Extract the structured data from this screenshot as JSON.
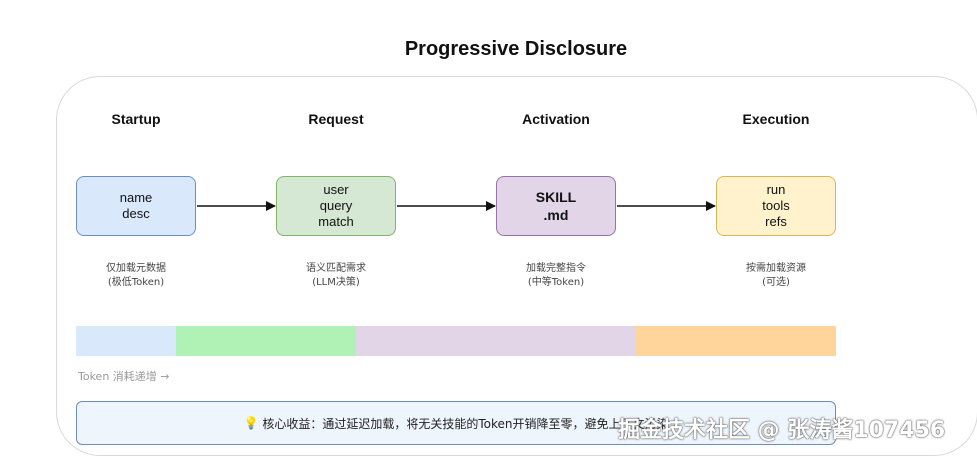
{
  "title": "Progressive Disclosure",
  "stages": [
    {
      "phase": "Startup",
      "lines": [
        "name",
        "desc"
      ],
      "note_lines": [
        "仅加载元数据",
        "(极低Token)"
      ]
    },
    {
      "phase": "Request",
      "lines": [
        "user",
        "query",
        "match"
      ],
      "note_lines": [
        "语义匹配需求",
        "(LLM决策)"
      ]
    },
    {
      "phase": "Activation",
      "lines": [
        "SKILL",
        ".md"
      ],
      "note_lines": [
        "加载完整指令",
        "(中等Token)"
      ]
    },
    {
      "phase": "Execution",
      "lines": [
        "run",
        "tools",
        "refs"
      ],
      "note_lines": [
        "按需加载资源",
        "(可选)"
      ]
    }
  ],
  "token_bar": {
    "label": "Token 消耗递增 →",
    "segments": [
      {
        "stage": "Startup",
        "color": "#dae8fc"
      },
      {
        "stage": "Request",
        "color": "#b0f2b6"
      },
      {
        "stage": "Activation",
        "color": "#e1d5e7"
      },
      {
        "stage": "Execution",
        "color": "#ffd59c"
      }
    ]
  },
  "summary": {
    "icon": "lightbulb-icon",
    "text": "核心收益：通过延迟加载，将无关技能的Token开销降至零，避免上下文污染"
  },
  "watermark": "掘金技术社区 @ 张涛酱107456"
}
